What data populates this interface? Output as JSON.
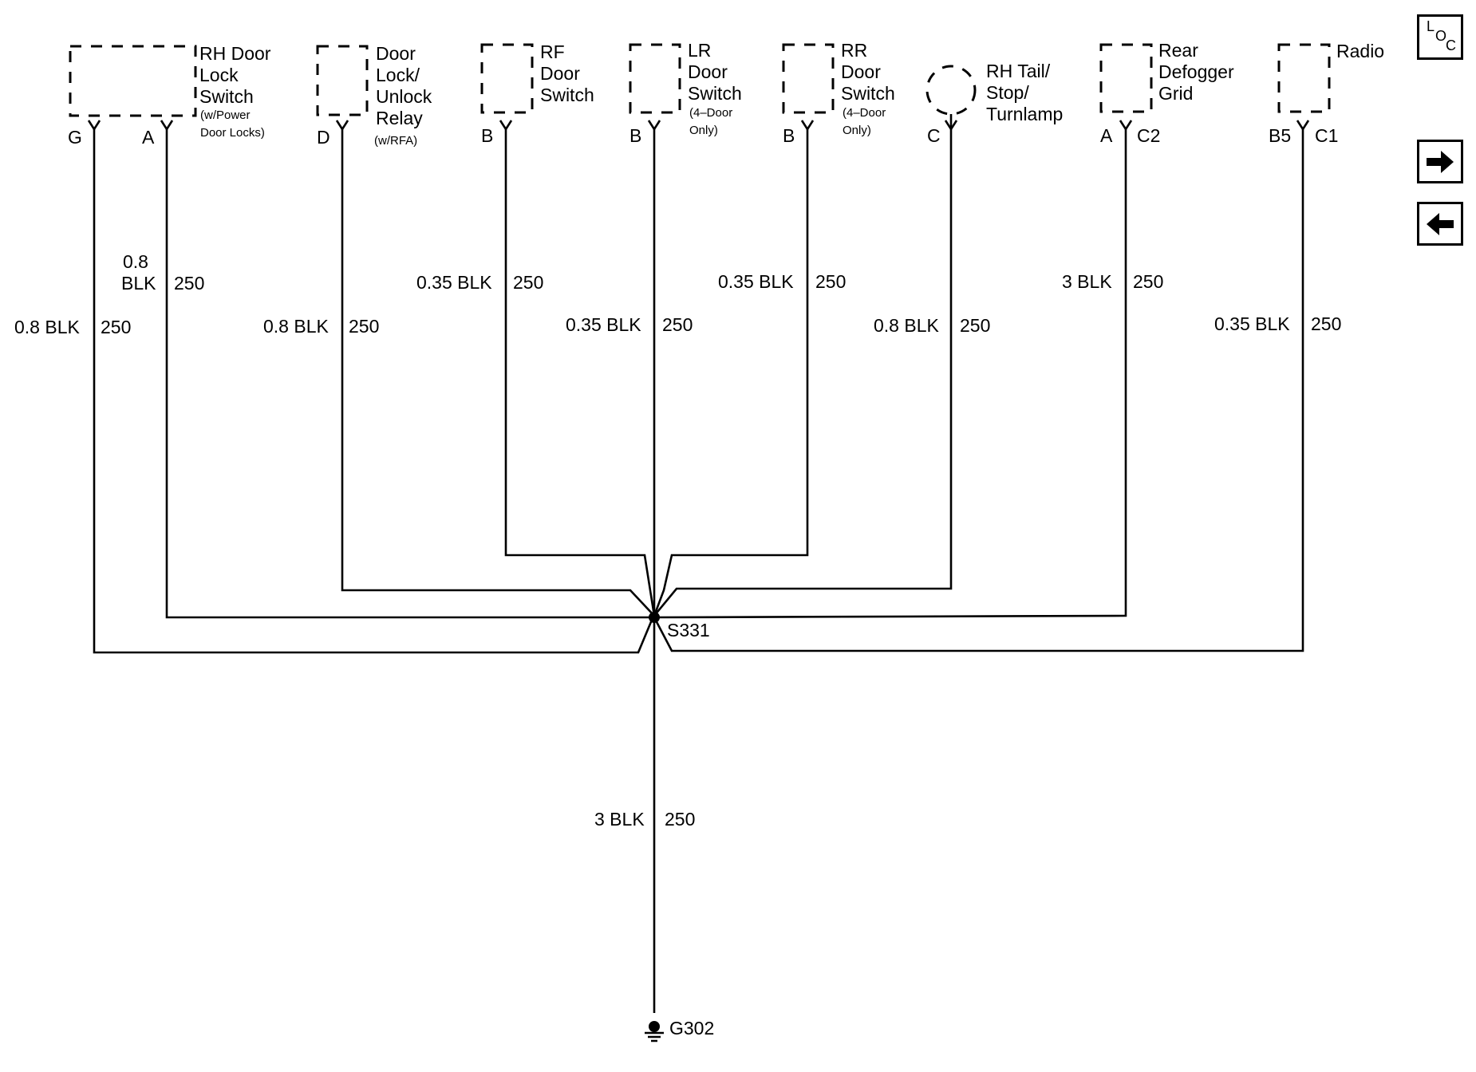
{
  "components": [
    {
      "id": "rh-door-lock-switch",
      "lines": [
        "RH Door",
        "Lock",
        "Switch"
      ],
      "note": [
        "(w/Power",
        "Door Locks)"
      ]
    },
    {
      "id": "door-lock-unlock-relay",
      "lines": [
        "Door",
        "Lock/",
        "Unlock",
        "Relay"
      ],
      "note": [
        "(w/RFA)"
      ]
    },
    {
      "id": "rf-door-switch",
      "lines": [
        "RF",
        "Door",
        "Switch"
      ],
      "note": []
    },
    {
      "id": "lr-door-switch",
      "lines": [
        "LR",
        "Door",
        "Switch"
      ],
      "note": [
        "(4–Door",
        "Only)"
      ]
    },
    {
      "id": "rr-door-switch",
      "lines": [
        "RR",
        "Door",
        "Switch"
      ],
      "note": [
        "(4–Door",
        "Only)"
      ]
    },
    {
      "id": "rh-tail-stop-turnlamp",
      "lines": [
        "RH Tail/",
        "Stop/",
        "Turnlamp"
      ],
      "note": []
    },
    {
      "id": "rear-defogger-grid",
      "lines": [
        "Rear",
        "Defogger",
        "Grid"
      ],
      "note": []
    },
    {
      "id": "radio",
      "lines": [
        "Radio"
      ],
      "note": []
    }
  ],
  "pins": [
    {
      "label": "G"
    },
    {
      "label": "A"
    },
    {
      "label": "D"
    },
    {
      "label": "B"
    },
    {
      "label": "B"
    },
    {
      "label": "B"
    },
    {
      "label": "C"
    },
    {
      "label": "A"
    },
    {
      "label": "C2"
    },
    {
      "label": "B5"
    },
    {
      "label": "C1"
    }
  ],
  "wires": [
    {
      "size": "0.8 BLK",
      "circuit": "250"
    },
    {
      "size": "0.8\nBLK",
      "circuit": "250"
    },
    {
      "size": "0.8 BLK",
      "circuit": "250"
    },
    {
      "size": "0.35 BLK",
      "circuit": "250"
    },
    {
      "size": "0.35 BLK",
      "circuit": "250"
    },
    {
      "size": "0.35 BLK",
      "circuit": "250"
    },
    {
      "size": "0.8 BLK",
      "circuit": "250"
    },
    {
      "size": "3 BLK",
      "circuit": "250"
    },
    {
      "size": "0.35 BLK",
      "circuit": "250"
    },
    {
      "size": "3 BLK",
      "circuit": "250"
    }
  ],
  "splice": "S331",
  "ground": "G302",
  "nav": {
    "loc_letters": [
      "L",
      "O",
      "C"
    ],
    "forward_icon": "arrow-right-icon",
    "back_icon": "arrow-left-icon"
  }
}
